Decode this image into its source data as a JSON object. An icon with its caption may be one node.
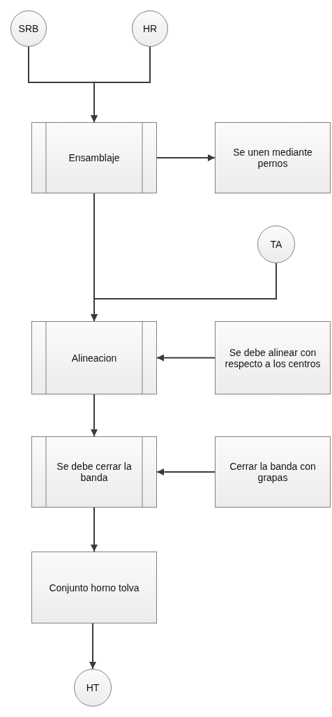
{
  "diagram": {
    "nodes": [
      {
        "text": [
          "SRB"
        ]
      },
      {
        "text": [
          "HR"
        ]
      },
      {
        "text": [
          "Ensamblaje"
        ]
      },
      {
        "text": [
          "Se unen mediante pernos"
        ]
      },
      {
        "text": [
          "TA"
        ]
      },
      {
        "text": [
          "Alineacion"
        ]
      },
      {
        "text": [
          "Se debe alinear con respecto a los centros"
        ]
      },
      {
        "text": [
          "Se debe cerrar la banda"
        ]
      },
      {
        "text": [
          "Cerrar la banda con grapas"
        ]
      },
      {
        "text": [
          "Conjunto horno tolva"
        ]
      },
      {
        "text": [
          "HT"
        ]
      }
    ],
    "edges": [
      {
        "from": 0,
        "to": 2,
        "arrow": "to"
      },
      {
        "from": 1,
        "to": 2,
        "arrow": "to"
      },
      {
        "from": 2,
        "to": 3,
        "arrow": "to"
      },
      {
        "from": 2,
        "to": 5,
        "arrow": "to"
      },
      {
        "from": 4,
        "to": 5,
        "arrow": "to"
      },
      {
        "from": 6,
        "to": 5,
        "arrow": "to"
      },
      {
        "from": 5,
        "to": 7,
        "arrow": "to"
      },
      {
        "from": 8,
        "to": 7,
        "arrow": "to"
      },
      {
        "from": 7,
        "to": 9,
        "arrow": "to"
      },
      {
        "from": 9,
        "to": 10,
        "arrow": "to"
      }
    ]
  }
}
